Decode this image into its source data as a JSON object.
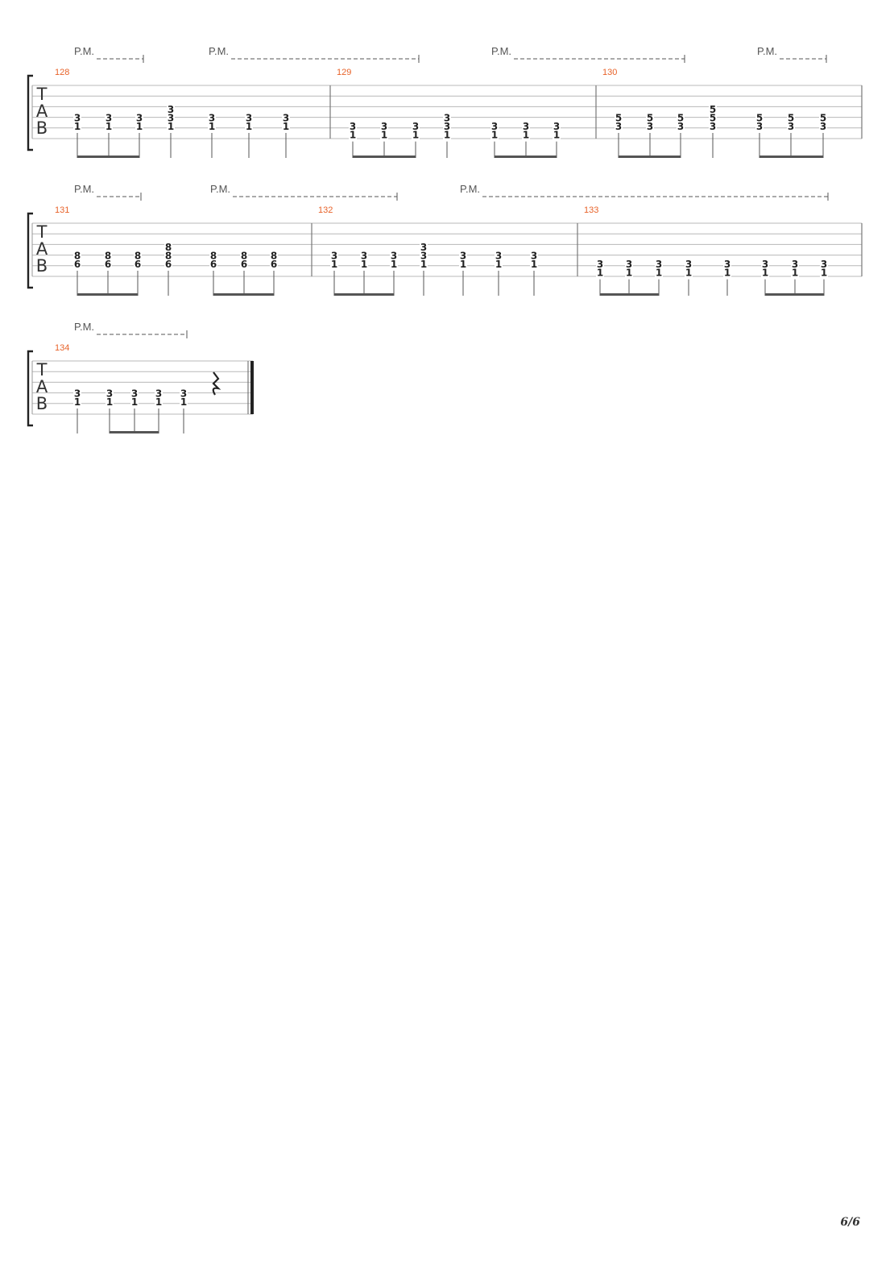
{
  "page": {
    "number_label": "6/6"
  },
  "symbols": {
    "tab_clef": [
      "T",
      "A",
      "B"
    ],
    "palm_mute": "P.M."
  },
  "systems": [
    {
      "palm_mute_labels": [
        "P.M.",
        "P.M.",
        "P.M.",
        "P.M."
      ],
      "measures": [
        {
          "number": "128",
          "beats": [
            {
              "s": 5,
              "f": "3"
            },
            {
              "s": 6,
              "f": "1"
            },
            {
              "s": 5,
              "f": "3"
            },
            {
              "s": 6,
              "f": "1"
            },
            {
              "s": 5,
              "f": "3"
            },
            {
              "s": 6,
              "f": "1"
            },
            {
              "s": 4,
              "f": "3"
            },
            {
              "s": 5,
              "f": "3"
            },
            {
              "s": 6,
              "f": "1"
            },
            {
              "s": 5,
              "f": "3"
            },
            {
              "s": 6,
              "f": "1"
            },
            {
              "s": 5,
              "f": "3"
            },
            {
              "s": 6,
              "f": "1"
            },
            {
              "s": 5,
              "f": "3"
            },
            {
              "s": 6,
              "f": "1"
            }
          ]
        },
        {
          "number": "129",
          "beats": [
            {
              "s": 6,
              "f": "3"
            },
            {
              "s": 7,
              "f": "1"
            },
            {
              "s": 6,
              "f": "3"
            },
            {
              "s": 7,
              "f": "1"
            },
            {
              "s": 6,
              "f": "3"
            },
            {
              "s": 7,
              "f": "1"
            },
            {
              "s": 5,
              "f": "3"
            },
            {
              "s": 6,
              "f": "3"
            },
            {
              "s": 7,
              "f": "1"
            },
            {
              "s": 6,
              "f": "3"
            },
            {
              "s": 7,
              "f": "1"
            },
            {
              "s": 6,
              "f": "3"
            },
            {
              "s": 7,
              "f": "1"
            },
            {
              "s": 6,
              "f": "3"
            },
            {
              "s": 7,
              "f": "1"
            }
          ]
        },
        {
          "number": "130",
          "beats": [
            {
              "s": 5,
              "f": "5"
            },
            {
              "s": 6,
              "f": "3"
            },
            {
              "s": 5,
              "f": "5"
            },
            {
              "s": 6,
              "f": "3"
            },
            {
              "s": 5,
              "f": "5"
            },
            {
              "s": 6,
              "f": "3"
            },
            {
              "s": 4,
              "f": "5"
            },
            {
              "s": 5,
              "f": "5"
            },
            {
              "s": 6,
              "f": "3"
            },
            {
              "s": 5,
              "f": "5"
            },
            {
              "s": 6,
              "f": "3"
            },
            {
              "s": 5,
              "f": "5"
            },
            {
              "s": 6,
              "f": "3"
            },
            {
              "s": 5,
              "f": "5"
            },
            {
              "s": 6,
              "f": "3"
            }
          ]
        }
      ]
    },
    {
      "palm_mute_labels": [
        "P.M.",
        "P.M.",
        "P.M."
      ],
      "measures": [
        {
          "number": "131",
          "beats": [
            {
              "s": 5,
              "f": "8"
            },
            {
              "s": 6,
              "f": "6"
            },
            {
              "s": 5,
              "f": "8"
            },
            {
              "s": 6,
              "f": "6"
            },
            {
              "s": 5,
              "f": "8"
            },
            {
              "s": 6,
              "f": "6"
            },
            {
              "s": 4,
              "f": "8"
            },
            {
              "s": 5,
              "f": "8"
            },
            {
              "s": 6,
              "f": "6"
            },
            {
              "s": 5,
              "f": "8"
            },
            {
              "s": 6,
              "f": "6"
            },
            {
              "s": 5,
              "f": "8"
            },
            {
              "s": 6,
              "f": "6"
            },
            {
              "s": 5,
              "f": "8"
            },
            {
              "s": 6,
              "f": "6"
            }
          ]
        },
        {
          "number": "132",
          "beats": [
            {
              "s": 5,
              "f": "3"
            },
            {
              "s": 6,
              "f": "1"
            },
            {
              "s": 5,
              "f": "3"
            },
            {
              "s": 6,
              "f": "1"
            },
            {
              "s": 5,
              "f": "3"
            },
            {
              "s": 6,
              "f": "1"
            },
            {
              "s": 4,
              "f": "3"
            },
            {
              "s": 5,
              "f": "3"
            },
            {
              "s": 6,
              "f": "1"
            },
            {
              "s": 5,
              "f": "3"
            },
            {
              "s": 6,
              "f": "1"
            },
            {
              "s": 5,
              "f": "3"
            },
            {
              "s": 6,
              "f": "1"
            },
            {
              "s": 5,
              "f": "3"
            },
            {
              "s": 6,
              "f": "1"
            }
          ]
        },
        {
          "number": "133",
          "beats": [
            {
              "s": 6,
              "f": "3"
            },
            {
              "s": 7,
              "f": "1"
            },
            {
              "s": 6,
              "f": "3"
            },
            {
              "s": 7,
              "f": "1"
            },
            {
              "s": 6,
              "f": "3"
            },
            {
              "s": 7,
              "f": "1"
            },
            {
              "s": 6,
              "f": "3"
            },
            {
              "s": 7,
              "f": "1"
            },
            {
              "s": 6,
              "f": "3"
            },
            {
              "s": 7,
              "f": "1"
            },
            {
              "s": 6,
              "f": "3"
            },
            {
              "s": 7,
              "f": "1"
            },
            {
              "s": 6,
              "f": "3"
            },
            {
              "s": 7,
              "f": "1"
            },
            {
              "s": 6,
              "f": "3"
            },
            {
              "s": 7,
              "f": "1"
            }
          ]
        }
      ]
    },
    {
      "palm_mute_labels": [
        "P.M."
      ],
      "measures": [
        {
          "number": "134",
          "beats": [
            {
              "s": 5,
              "f": "3"
            },
            {
              "s": 6,
              "f": "1"
            },
            {
              "s": 5,
              "f": "3"
            },
            {
              "s": 6,
              "f": "1"
            },
            {
              "s": 5,
              "f": "3"
            },
            {
              "s": 6,
              "f": "1"
            },
            {
              "s": 5,
              "f": "3"
            },
            {
              "s": 6,
              "f": "1"
            },
            {
              "s": 5,
              "f": "3"
            },
            {
              "s": 6,
              "f": "1"
            }
          ],
          "rest": "quarter"
        }
      ]
    }
  ]
}
